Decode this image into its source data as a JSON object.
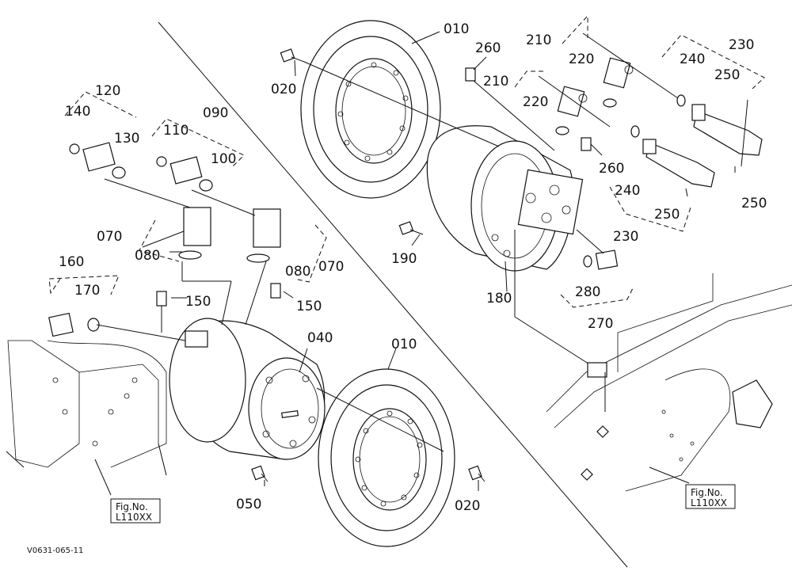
{
  "labels": {
    "p010a": "010",
    "p010b": "010",
    "p020a": "020",
    "p020b": "020",
    "p040": "040",
    "p050": "050",
    "p070a": "070",
    "p070b": "070",
    "p080a": "080",
    "p080b": "080",
    "p090": "090",
    "p100": "100",
    "p110": "110",
    "p120": "120",
    "p130": "130",
    "p140": "140",
    "p150a": "150",
    "p150b": "150",
    "p160": "160",
    "p170": "170",
    "p180": "180",
    "p190": "190",
    "p210a": "210",
    "p210b": "210",
    "p220a": "220",
    "p220b": "220",
    "p230a": "230",
    "p230b": "230",
    "p240a": "240",
    "p240b": "240",
    "p250a": "250",
    "p250b": "250",
    "p250c": "250",
    "p260a": "260",
    "p260b": "260",
    "p270": "270",
    "p280": "280"
  },
  "references": {
    "left_fig": "Fig.No.",
    "left_code": "L110XX",
    "right_fig": "Fig.No.",
    "right_code": "L110XX"
  },
  "doc_code": "V0631-065-11"
}
